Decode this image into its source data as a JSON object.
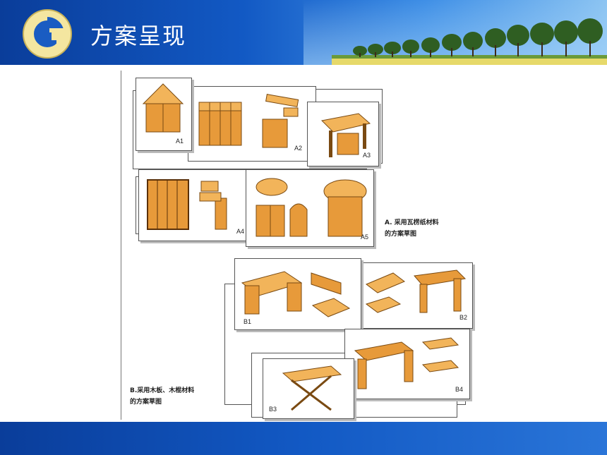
{
  "header": {
    "title": "方案呈现"
  },
  "figure": {
    "labels": {
      "a1": "A1",
      "a2": "A2",
      "a3": "A3",
      "a4": "A4",
      "a5": "A5",
      "b1": "B1",
      "b2": "B2",
      "b3": "B3",
      "b4": "B4"
    },
    "caption_a_line1": "A. 采用瓦楞纸材料",
    "caption_a_line2": "的方案草图",
    "caption_b_line1": "B.采用木板、木棍材料",
    "caption_b_line2": "的方案草图"
  },
  "colors": {
    "header_blue": "#1259c4",
    "wood": "#d98a2b",
    "wood_light": "#f2b45a"
  }
}
